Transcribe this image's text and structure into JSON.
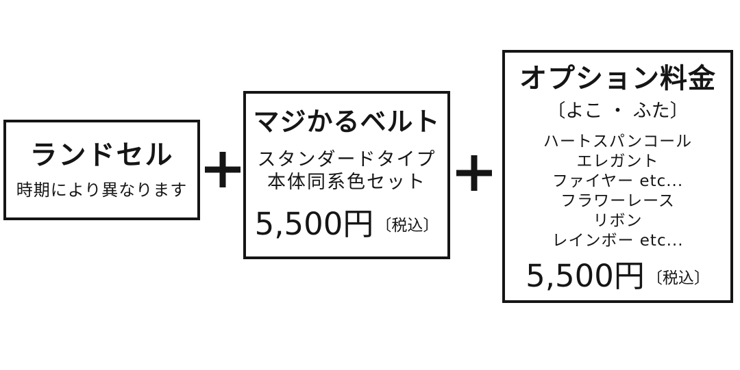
{
  "diagram": {
    "description_colors": {
      "text": "#151515",
      "border": "#151515",
      "background": "#ffffff"
    }
  },
  "boxes": [
    {
      "title": "ランドセル",
      "subtitle": "時期により異なります"
    },
    {
      "title": "マジかるベルト",
      "type_line": "スタンダードタイプ",
      "set_line": "本体同系色セット",
      "price": "5,500円",
      "tax_note": "〔税込〕"
    },
    {
      "title": "オプション料金",
      "subtitle": "〔よこ ・ ふた〕",
      "items": [
        "ハートスパンコール",
        "エレガント",
        "ファイヤー etc...",
        "フラワーレース",
        "リボン",
        "レインボー etc..."
      ],
      "price": "5,500円",
      "tax_note": "〔税込〕"
    }
  ],
  "separators": [
    {
      "icon": "plus-icon",
      "symbol": "+"
    },
    {
      "icon": "plus-icon",
      "symbol": "+"
    }
  ]
}
